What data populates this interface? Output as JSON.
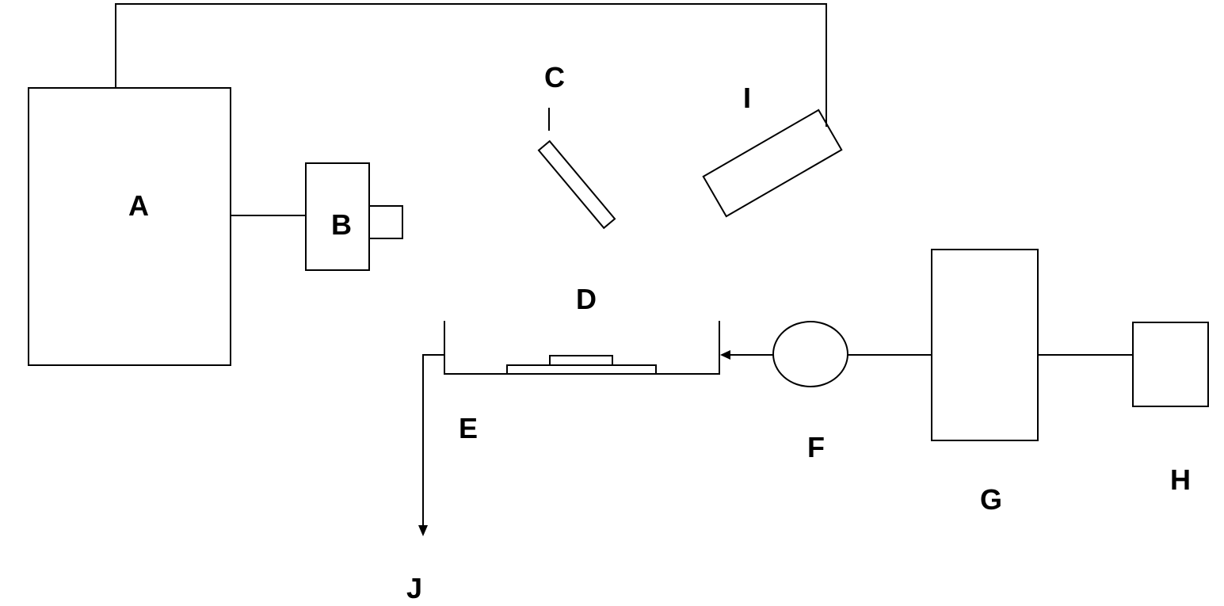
{
  "labels": {
    "A": "A",
    "B": "B",
    "C": "C",
    "D": "D",
    "E": "E",
    "F": "F",
    "G": "G",
    "H": "H",
    "I": "I",
    "J": "J"
  },
  "colors": {
    "line": "#000000",
    "background": "#ffffff"
  }
}
